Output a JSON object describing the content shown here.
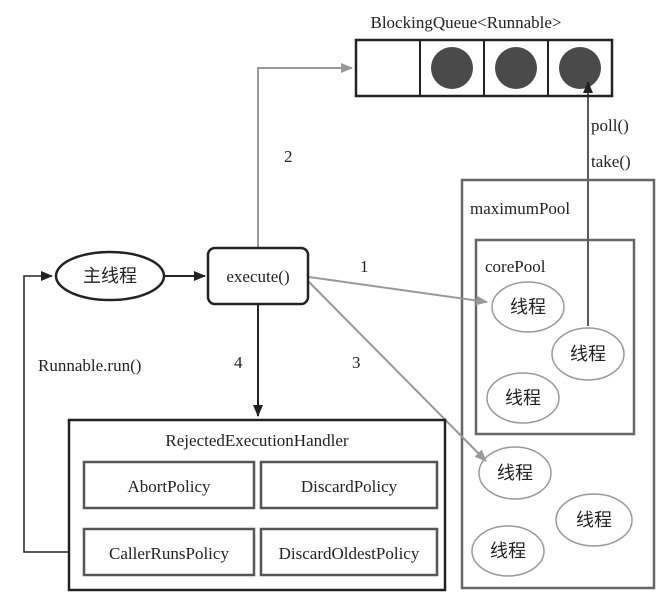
{
  "queue": {
    "label": "BlockingQueue<Runnable>",
    "slot_filled": [
      false,
      true,
      true,
      true
    ]
  },
  "main_thread": {
    "label": "主线程"
  },
  "execute": {
    "label": "execute()"
  },
  "steps": {
    "s1": "1",
    "s2": "2",
    "s3": "3",
    "s4": "4"
  },
  "poll_label": "poll()",
  "take_label": "take()",
  "maximum_pool": {
    "label": "maximumPool",
    "threads": [
      "线程",
      "线程",
      "线程"
    ]
  },
  "core_pool": {
    "label": "corePool",
    "threads": [
      "线程",
      "线程",
      "线程"
    ]
  },
  "runnable_run": "Runnable.run()",
  "rejected": {
    "title": "RejectedExecutionHandler",
    "policies": [
      "AbortPolicy",
      "DiscardPolicy",
      "CallerRunsPolicy",
      "DiscardOldestPolicy"
    ]
  },
  "colors": {
    "gray_line": "#999999",
    "dark_line": "#222222",
    "box_stroke": "#666666",
    "ball_fill": "#4a4a4a"
  }
}
